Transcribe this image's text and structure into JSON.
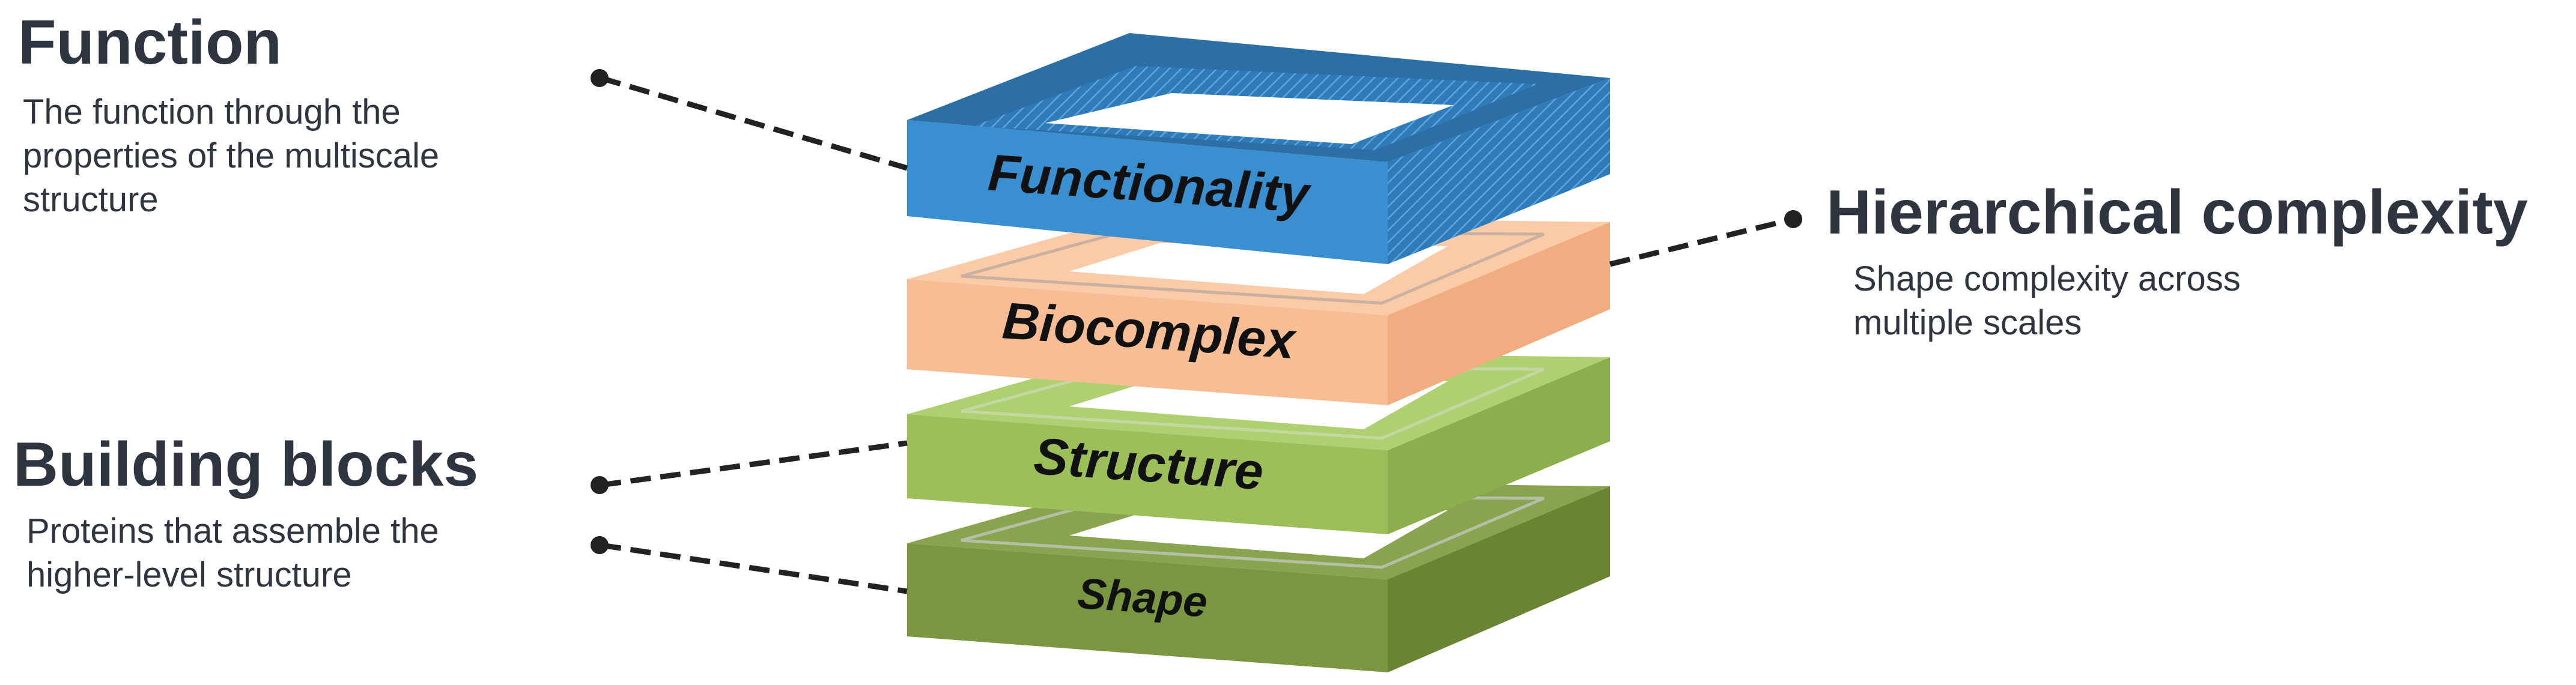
{
  "function": {
    "title": "Function",
    "desc_lines": [
      "The function through the",
      "properties of the multiscale",
      "structure"
    ]
  },
  "building_blocks": {
    "title": "Building blocks",
    "desc_lines": [
      "Proteins that assemble the",
      "higher-level structure"
    ]
  },
  "hierarchical": {
    "title": "Hierarchical complexity",
    "desc_lines": [
      "Shape complexity across",
      "multiple scales"
    ]
  },
  "layers": [
    {
      "label": "Functionality",
      "color": "#3a8fd1"
    },
    {
      "label": "Biocomplex",
      "color": "#f7bd94"
    },
    {
      "label": "Structure",
      "color": "#9cbf5a"
    },
    {
      "label": "Shape",
      "color": "#7b9640"
    }
  ]
}
